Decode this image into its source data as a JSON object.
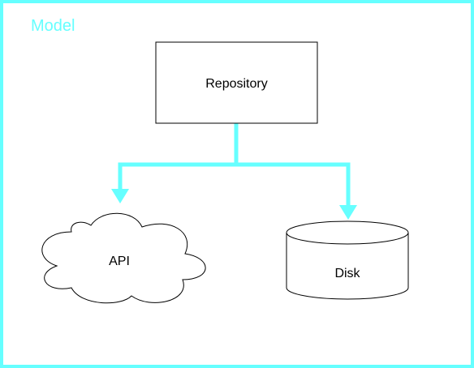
{
  "container": {
    "label": "Model",
    "accent_color": "#66ffff"
  },
  "nodes": {
    "repository": {
      "label": "Repository",
      "shape": "rectangle"
    },
    "api": {
      "label": "API",
      "shape": "cloud"
    },
    "disk": {
      "label": "Disk",
      "shape": "cylinder"
    }
  },
  "edges": [
    {
      "from": "Repository",
      "to": "API"
    },
    {
      "from": "Repository",
      "to": "Disk"
    }
  ]
}
